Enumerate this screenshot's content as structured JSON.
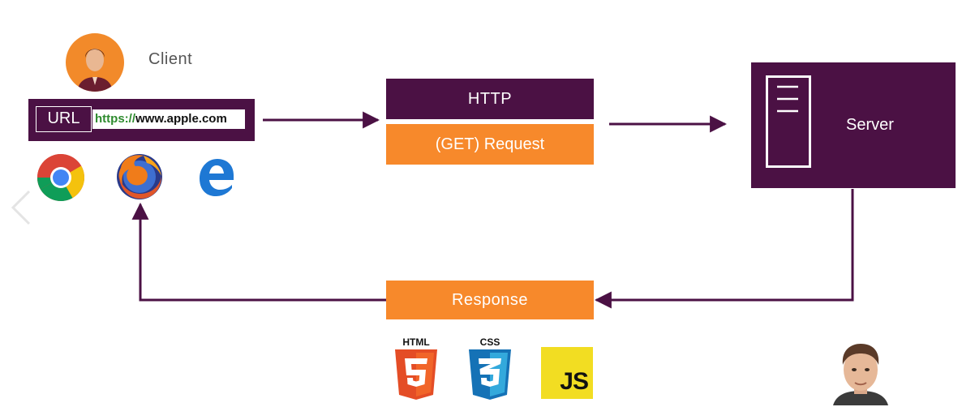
{
  "client": {
    "label": "Client",
    "url_label": "URL",
    "url_scheme": "https://",
    "url_host": "www.apple.com",
    "browsers": [
      "chrome-icon",
      "firefox-icon",
      "edge-icon"
    ]
  },
  "request": {
    "protocol": "HTTP",
    "label": "(GET) Request"
  },
  "server": {
    "label": "Server"
  },
  "response": {
    "label": "Response",
    "assets": [
      "HTML",
      "CSS",
      "JS"
    ]
  },
  "colors": {
    "purple": "#4b1144",
    "orange": "#f7892b",
    "line": "#4b1144"
  }
}
